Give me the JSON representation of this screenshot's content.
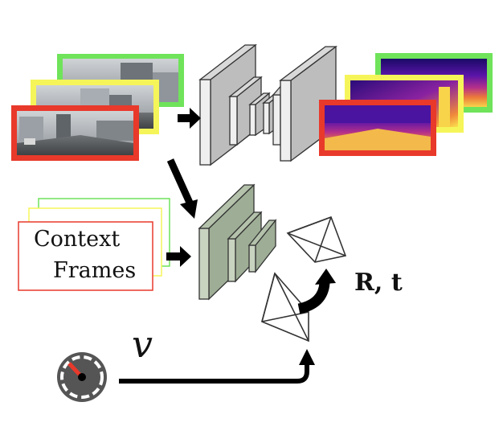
{
  "context_box": {
    "line1": "Context",
    "line2": "Frames"
  },
  "pose_label": "R, t",
  "velocity_label": "v",
  "colors": {
    "frame_green": "#6fe35a",
    "frame_yellow": "#f5f55a",
    "frame_red": "#e8392b",
    "depth_net_fill": "#d4d4d4",
    "pose_net_fill": "#c8d3c0",
    "arrow": "#000000",
    "speedometer": "#555555",
    "needle": "#e8392b"
  },
  "icons": [
    "rgb-frame-stack",
    "depth-map-stack",
    "depth-network-icon",
    "pose-network-icon",
    "camera-frustum-icon",
    "speedometer-icon",
    "arrow-icon"
  ]
}
